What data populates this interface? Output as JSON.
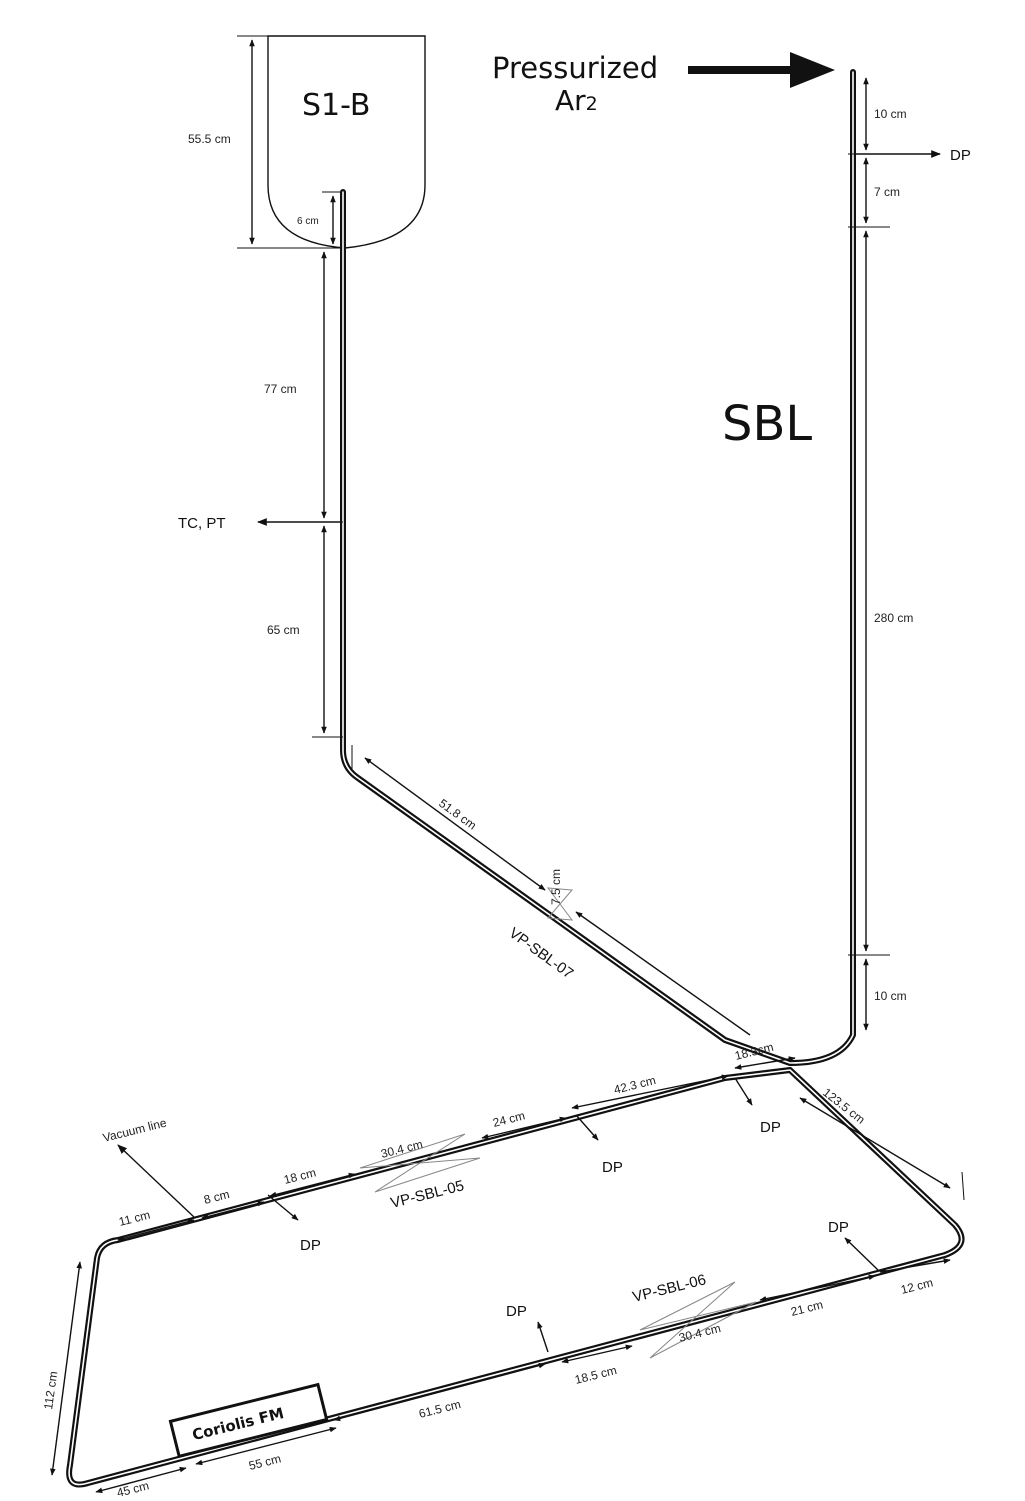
{
  "tank": {
    "label": "S1-B",
    "height": "55.5 cm",
    "dip": "6 cm"
  },
  "inlet": {
    "line1": "Pressurized",
    "line2": "Ar",
    "sub": "2"
  },
  "vertical_line": {
    "label": "SBL",
    "top": "10 cm",
    "dp_label": "DP",
    "second": "7 cm",
    "long": "280 cm",
    "bottom": "10 cm"
  },
  "left_line": {
    "upper": "77 cm",
    "instrument": "TC, PT",
    "lower": "65 cm"
  },
  "diagonal": {
    "length": "51.8 cm",
    "valve_size": "7.5 cm",
    "valve": "VP-SBL-07"
  },
  "upper_run": {
    "seg_18_3": "18.3cm",
    "dp1": "DP",
    "seg_42_3": "42.3 cm",
    "dp2": "DP",
    "seg_24": "24 cm",
    "valve_size": "30.4 cm",
    "valve": "VP-SBL-05",
    "seg_18": "18 cm",
    "dp3": "DP",
    "seg_8": "8 cm",
    "vacuum": "Vacuum line",
    "seg_11": "11 cm"
  },
  "right_run": {
    "length": "123.5 cm"
  },
  "lower_run": {
    "dp1": "DP",
    "seg_12": "12 cm",
    "seg_21": "21 cm",
    "valve": "VP-SBL-06",
    "valve_size": "30.4 cm",
    "dp2": "DP",
    "seg_18_5": "18.5 cm",
    "seg_61_5": "61.5 cm",
    "flowmeter": "Coriolis FM",
    "seg_55": "55 cm",
    "seg_45": "45 cm"
  },
  "left_run": {
    "length": "112 cm"
  }
}
